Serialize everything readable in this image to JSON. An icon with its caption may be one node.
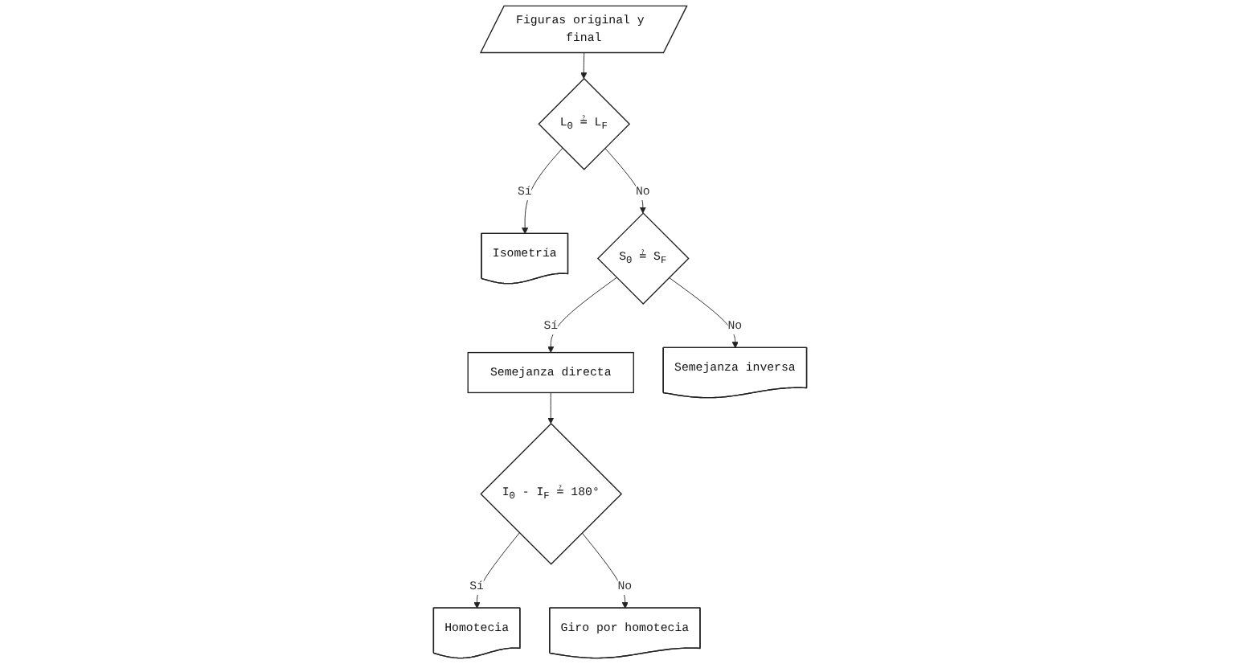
{
  "diagram": {
    "nodes": [
      {
        "text": [
          "Figuras original y final"
        ]
      },
      {
        "text": [
          "L$_{0}$ ≟ L$_{F}$"
        ]
      },
      {
        "text": [
          "Isometría"
        ]
      },
      {
        "text": [
          "S$_{0}$ ≟ S$_{F}$"
        ]
      },
      {
        "text": [
          "Semejanza directa"
        ]
      },
      {
        "text": [
          "Semejanza inversa"
        ]
      },
      {
        "text": [
          "I$_{0}$ - I$_{F}$ ≟ 180°"
        ]
      },
      {
        "text": [
          "Homotecia"
        ]
      },
      {
        "text": [
          "Giro por homotecia"
        ]
      }
    ],
    "edges": [
      {
        "from": 0,
        "to": 1,
        "arrow": "to"
      },
      {
        "from": 1,
        "to": 2,
        "arrow": "to",
        "label": "Sí"
      },
      {
        "from": 1,
        "to": 3,
        "arrow": "to",
        "label": "No"
      },
      {
        "from": 3,
        "to": 4,
        "arrow": "to",
        "label": "Sí"
      },
      {
        "from": 3,
        "to": 5,
        "arrow": "to",
        "label": "No"
      },
      {
        "from": 4,
        "to": 6,
        "arrow": "to"
      },
      {
        "from": 6,
        "to": 7,
        "arrow": "to",
        "label": "Sí"
      },
      {
        "from": 6,
        "to": 8,
        "arrow": "to",
        "label": "No"
      }
    ]
  }
}
